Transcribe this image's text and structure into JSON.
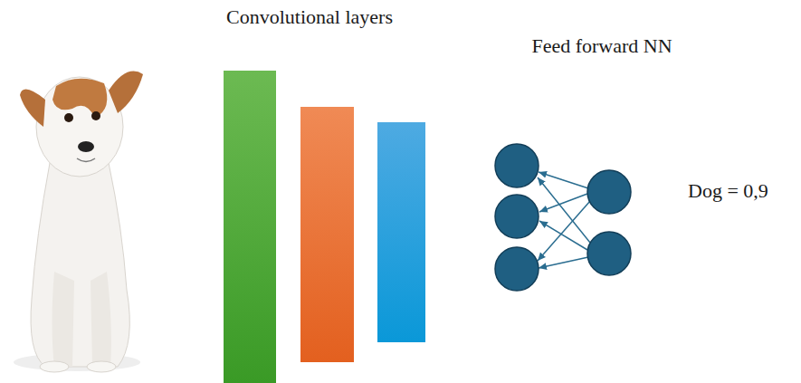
{
  "diagram": {
    "labels": [
      "Convolutional layers",
      "Feed forward NN",
      "Dog = 0,9"
    ]
  }
}
